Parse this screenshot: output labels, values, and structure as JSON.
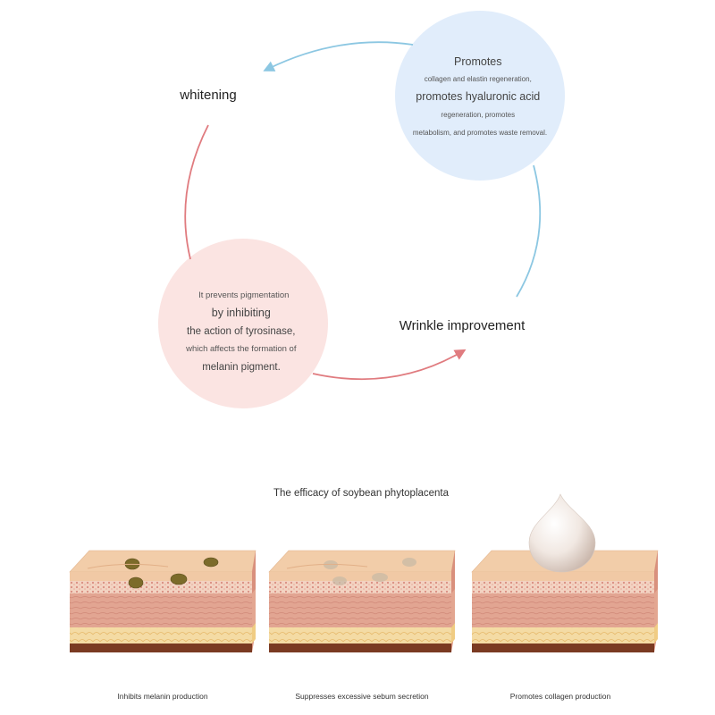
{
  "cycle": {
    "nodes": {
      "whitening": "whitening",
      "wrinkle": "Wrinkle improvement"
    },
    "blue_circle": {
      "lines": [
        "Promotes",
        "collagen and elastin regeneration,",
        "promotes hyaluronic acid",
        "regeneration, promotes",
        "metabolism, and promotes waste removal."
      ]
    },
    "pink_circle": {
      "lines": [
        "It prevents pigmentation",
        "by inhibiting",
        "the action of tyrosinase,",
        "which affects the formation of",
        "melanin pigment."
      ]
    }
  },
  "efficacy": {
    "caption": "The efficacy of soybean phytoplacenta",
    "items": [
      {
        "label": "Inhibits melanin production"
      },
      {
        "label": "Suppresses excessive sebum secretion"
      },
      {
        "label": "Promotes collagen production"
      }
    ]
  },
  "colors": {
    "blue_fill": "#e1edfb",
    "pink_fill": "#fbe4e2",
    "blue_arrow": "#8cc7e2",
    "red_arrow": "#e07b7f",
    "skin_top": "#f2cda9",
    "epidermis": "#f1cdb8",
    "dermis": "#e3a28e",
    "fat": "#f3d69a",
    "base": "#7a3a22"
  }
}
